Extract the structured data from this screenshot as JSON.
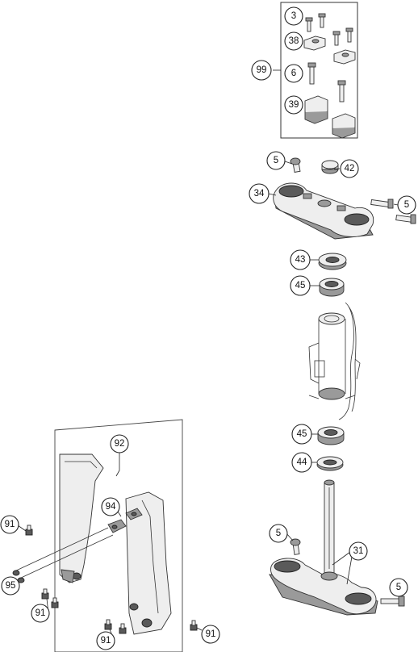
{
  "callouts": {
    "c3": "3",
    "c38": "38",
    "c99": "99",
    "c6": "6",
    "c39": "39",
    "c5_top": "5",
    "c42": "42",
    "c34": "34",
    "c5_right": "5",
    "c43": "43",
    "c45_top": "45",
    "c45_bottom": "45",
    "c44": "44",
    "c92": "92",
    "c94": "94",
    "c91_left": "91",
    "c95": "95",
    "c91_mid": "91",
    "c91_bottom": "91",
    "c91_right": "91",
    "c5_stem": "5",
    "c31": "31",
    "c5_bottom_right": "5"
  }
}
